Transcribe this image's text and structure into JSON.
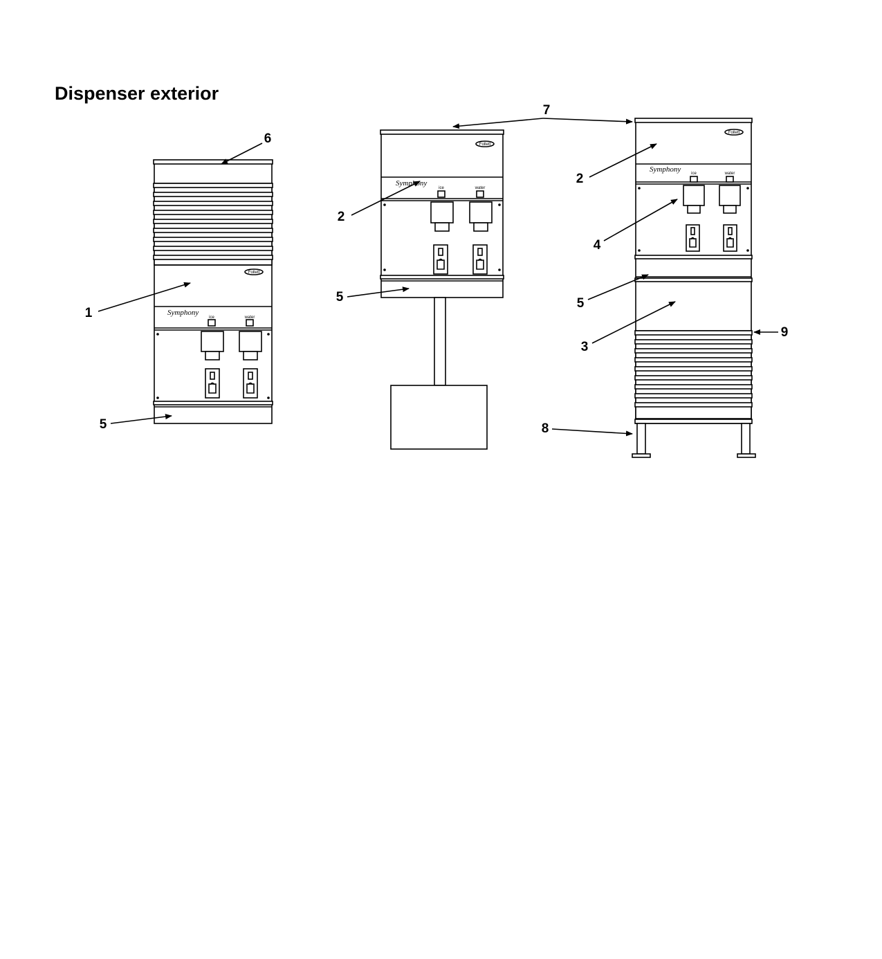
{
  "heading": "Dispenser exterior",
  "brand_script": "Symphony",
  "badge_text": "Follett",
  "dispense_labels": {
    "ice": "ice",
    "water": "water"
  },
  "callouts": [
    "1",
    "2",
    "3",
    "4",
    "5",
    "6",
    "7",
    "8",
    "9"
  ]
}
